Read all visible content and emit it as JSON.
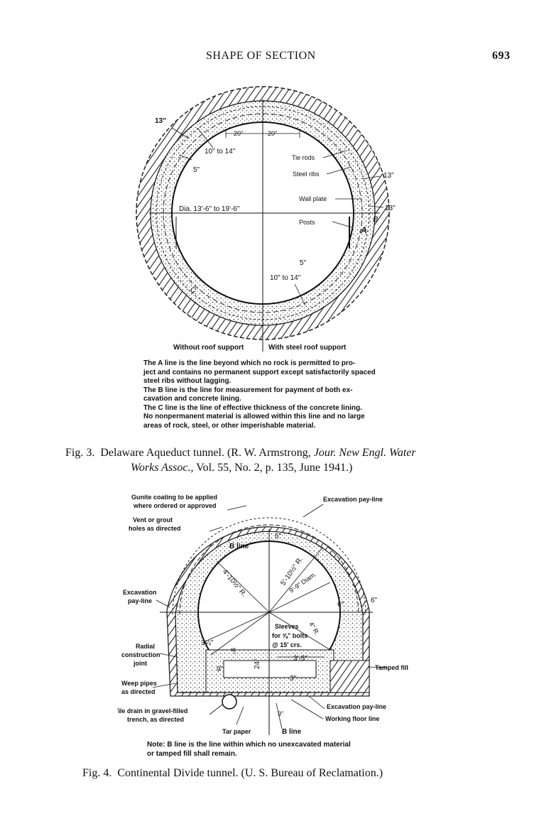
{
  "header": {
    "title": "SHAPE OF SECTION",
    "page_number": "693"
  },
  "fig3": {
    "labels": {
      "d13_tl": "13\"",
      "d20a": "20\"",
      "d20b": "20\"",
      "d10_14_top": "10\" to 14\"",
      "d5_top": "5\"",
      "dia": "Dia. 13'-6\" to 19'-6\"",
      "tie_rods": "Tie rods",
      "steel_ribs": "Steel ribs",
      "wall_plate": "Wall plate",
      "posts": "Posts",
      "d13_r1": "13\"",
      "d13_r2": "13\"",
      "line_a": "A",
      "line_b": "B",
      "line_c": "C",
      "d5_bot": "5\"",
      "d10_14_bot": "10\" to 14\"",
      "without_support": "Without roof support",
      "with_support": "With steel roof support"
    },
    "notes": [
      "The A line is the line beyond which no rock is permitted to pro-",
      "ject and contains no permanent support except satisfactorily spaced",
      "steel ribs without lagging.",
      "The B line is the line for measurement for payment of both ex-",
      "cavation and concrete lining.",
      "The C line is the line of effective thickness of the concrete lining.",
      "No nonpermanent material is allowed within this line and no large",
      "areas of rock, steel, or other imperishable material."
    ],
    "caption": {
      "fig_label": "Fig. 3.",
      "text1": "Delaware Aqueduct tunnel. (R. W. Armstrong,",
      "journal": "Jour. New Engl. Water",
      "journal2": "Works Assoc.,",
      "text2": "Vol. 55, No. 2, p. 135, June 1941.)"
    }
  },
  "fig4": {
    "labels": {
      "gunite1": "Gunite coating to be applied",
      "gunite2": "where ordered or approved",
      "vent1": "Vent or grout",
      "vent2": "holes as directed",
      "excav_top": "Excavation pay-line",
      "b_line_top": "B line",
      "d6_top": "6\"",
      "r_410": "4'-10½\" R.",
      "r_510": "5'-10½\" R.",
      "diam": "9'-9\" Diam.",
      "excav_left1": "Excavation",
      "excav_left2": "pay-line",
      "d6_right": "6\"",
      "d6_right2": "6\"",
      "radial1": "Radial",
      "radial2": "construction",
      "radial3": "joint",
      "d3_25": "3¼\"",
      "d9_a": "9\"",
      "d9_b": "9\"",
      "sleeves1": "Sleeves",
      "sleeves2": "for ⅝\" bolts",
      "sleeves3": "@ 15' crs.",
      "d3_5": "3'-5\"",
      "r_small": "4\" R.",
      "tamped": "Tamped fill",
      "weep1": "Weep pipes",
      "weep2": "as directed",
      "d24": "24\"",
      "d3_bot": "3\"",
      "drain1": "Tile drain in gravel-filled",
      "drain2": "trench, as directed",
      "excav_bot": "Excavation pay-line",
      "working": "Working floor line",
      "tar": "Tar paper",
      "b_line_bot": "B line",
      "d9_bot": "9\""
    },
    "notes": [
      "Note: B line is the line within which no unexcavated material",
      "or tamped fill shall remain."
    ],
    "caption": {
      "fig_label": "Fig. 4.",
      "text": "Continental Divide tunnel. (U. S. Bureau of Reclamation.)"
    }
  }
}
